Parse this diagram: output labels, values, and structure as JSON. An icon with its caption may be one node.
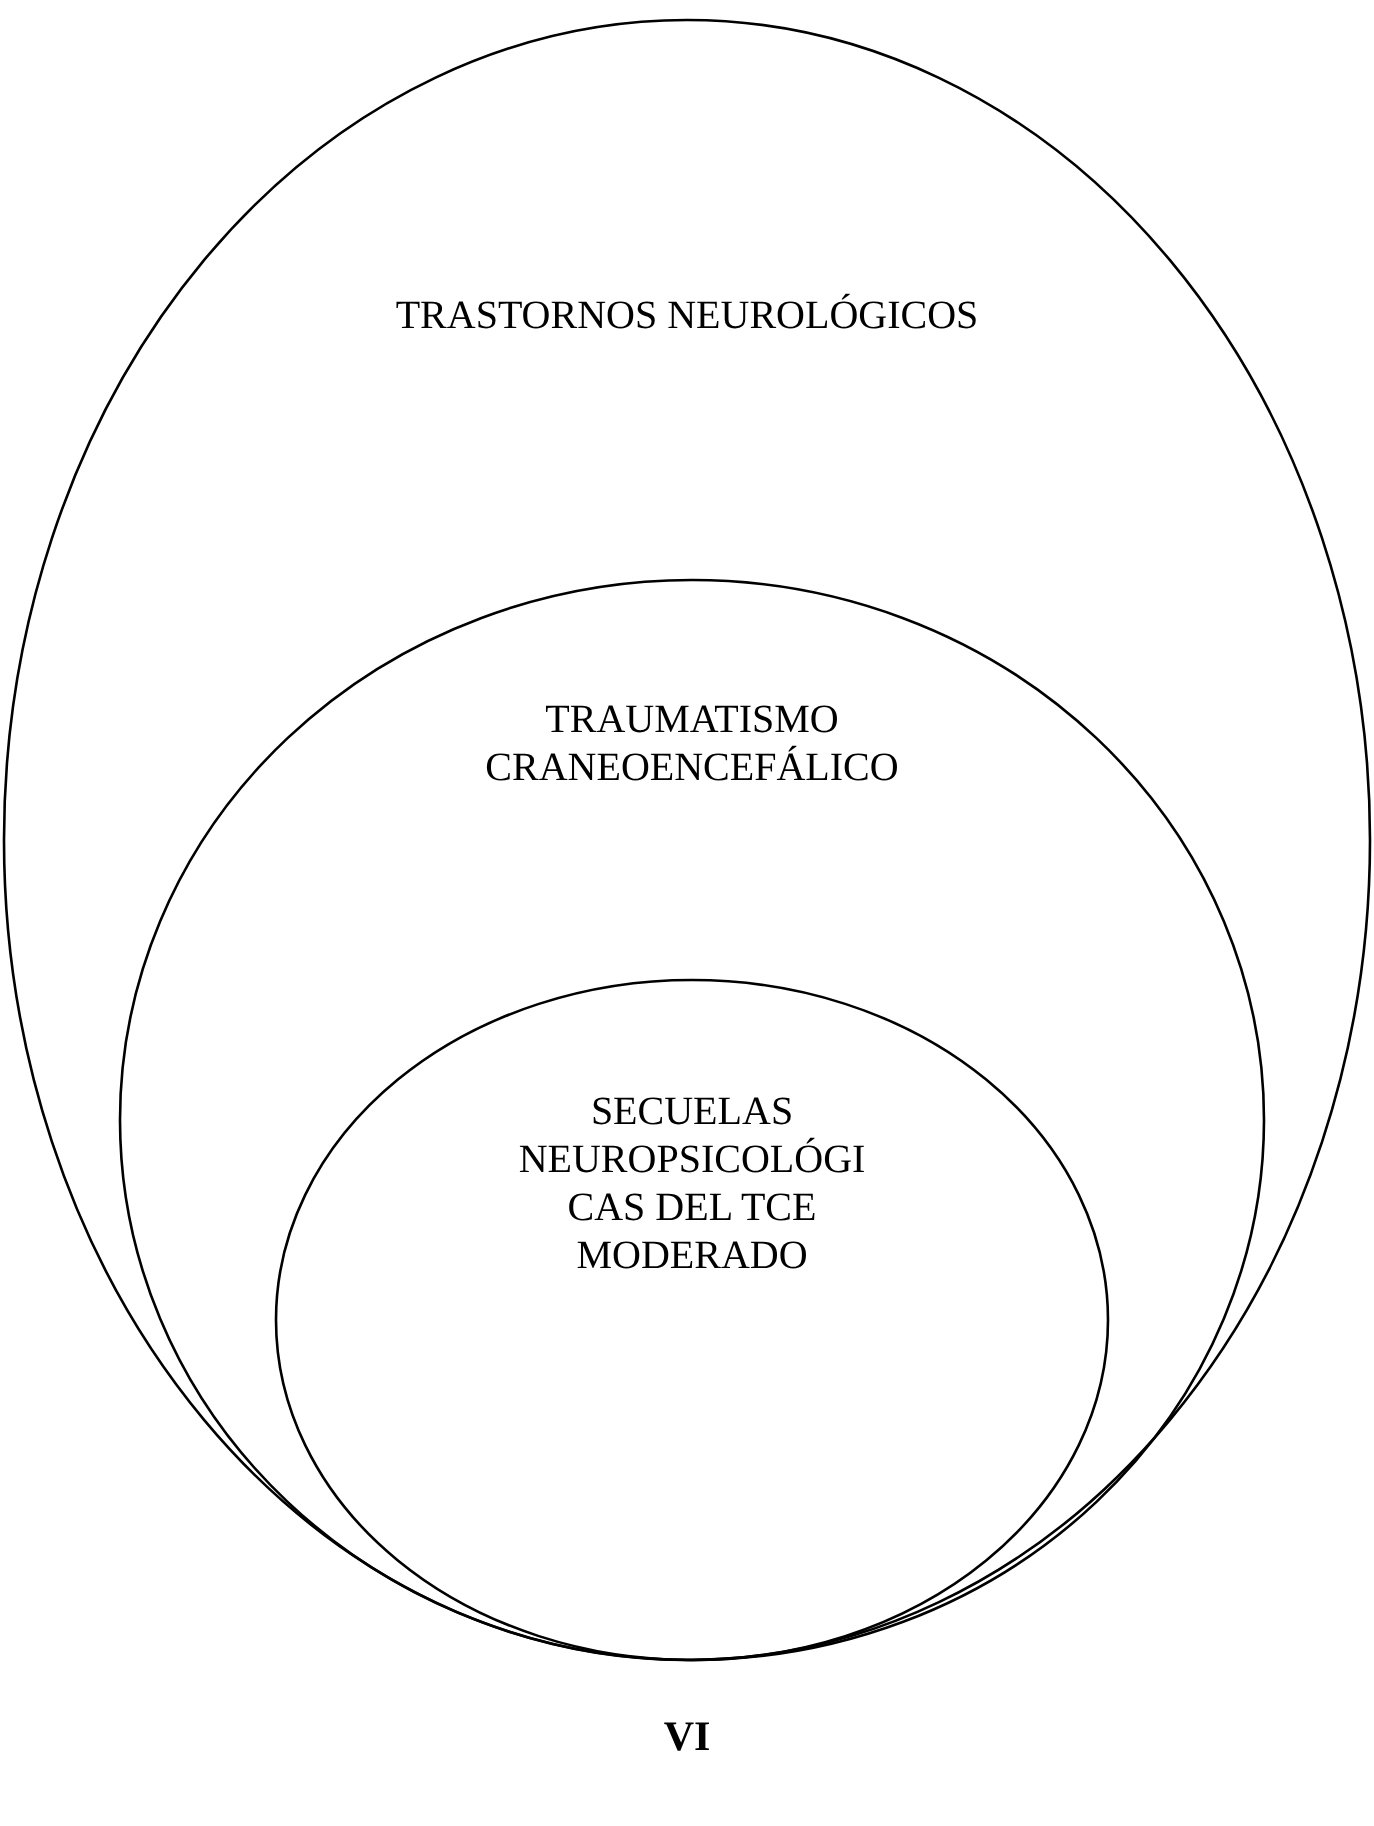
{
  "diagram": {
    "nodes": [
      {
        "text": [
          "TRASTORNOS NEUROLÓGICOS"
        ]
      },
      {
        "text": [
          "TRAUMATISMO CRANEOENCEFÁLICO"
        ],
        "in": 0
      },
      {
        "text": [
          "SECUELAS NEUROPSICOLÓGI CAS DEL TCE MODERADO"
        ],
        "in": 1
      }
    ],
    "labels": [
      "VI"
    ]
  }
}
